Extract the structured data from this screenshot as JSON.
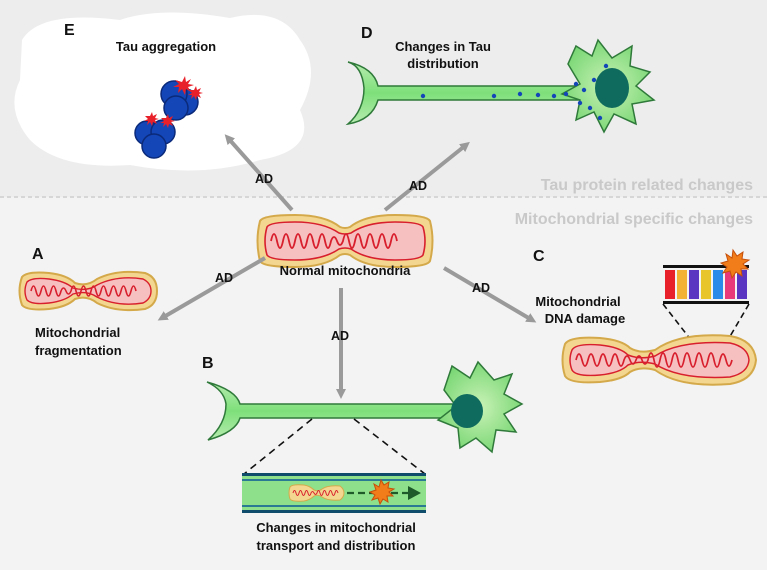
{
  "panels": {
    "a": {
      "letter": "A",
      "lines": [
        "Mitochondrial",
        "fragmentation"
      ]
    },
    "b": {
      "letter": "B",
      "lines": [
        "Changes in mitochondrial",
        "transport and distribution"
      ]
    },
    "c": {
      "letter": "C",
      "lines": [
        "Mitochondrial",
        "DNA damage"
      ]
    },
    "d": {
      "letter": "D",
      "lines": [
        "Changes in Tau",
        "distribution"
      ]
    },
    "e": {
      "letter": "E",
      "lines": [
        "Tau aggregation"
      ]
    }
  },
  "center": {
    "label": "Normal mitochondria"
  },
  "arrow_label": "AD",
  "sections": {
    "tau": "Tau protein related changes",
    "mito": "Mitochondrial specific changes"
  },
  "colors": {
    "background": "#f3f3f3",
    "neuron_fill": "#7ee07a",
    "neuron_stroke": "#2f7a3a",
    "nucleus": "#0f6b5e",
    "mito_outer": "#f3d690",
    "mito_cristae": "#d81f2d",
    "mito_matrix": "#f6c0c0",
    "tau_protein": "#1446b8",
    "phospho": "#e8202a",
    "arrow": "#9a9a9a"
  }
}
